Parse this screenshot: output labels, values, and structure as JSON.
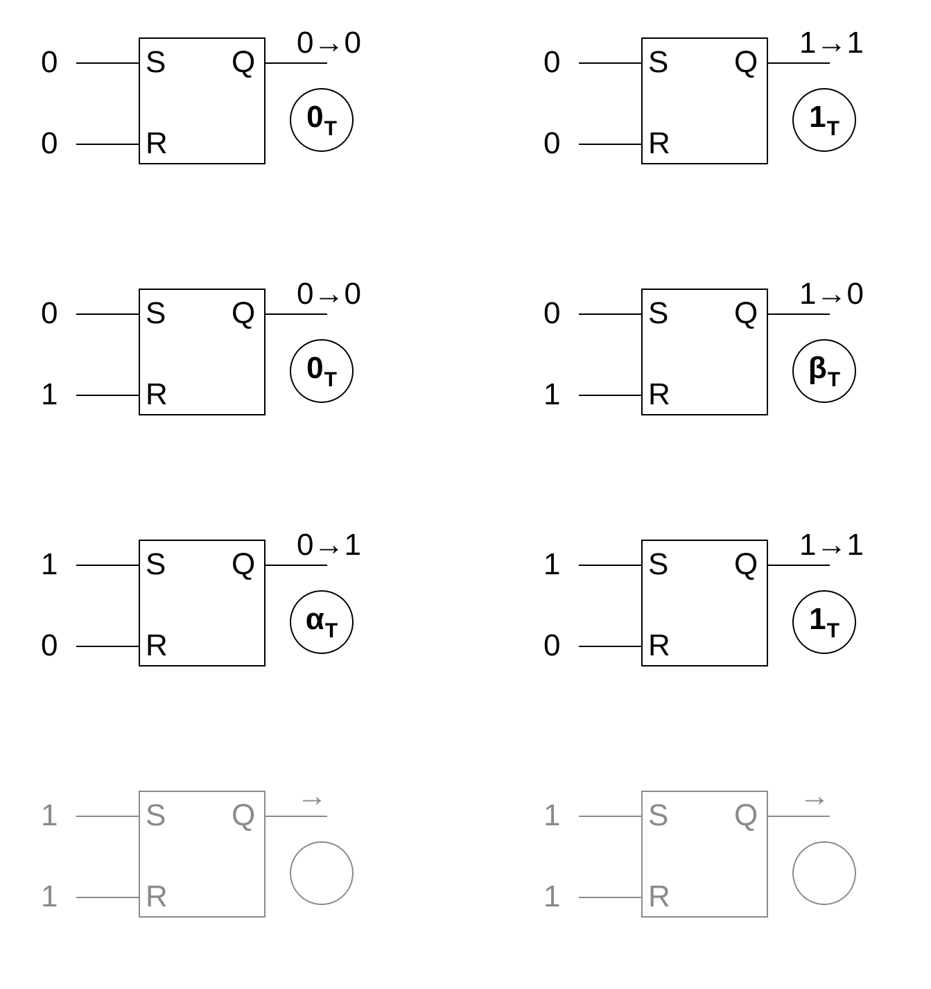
{
  "cells": [
    {
      "s_input": "0",
      "r_input": "0",
      "s_pin": "S",
      "r_pin": "R",
      "q_pin": "Q",
      "transition": "0→0",
      "state": "0",
      "state_sub": "T",
      "faded": false
    },
    {
      "s_input": "0",
      "r_input": "0",
      "s_pin": "S",
      "r_pin": "R",
      "q_pin": "Q",
      "transition": "1→1",
      "state": "1",
      "state_sub": "T",
      "faded": false
    },
    {
      "s_input": "0",
      "r_input": "1",
      "s_pin": "S",
      "r_pin": "R",
      "q_pin": "Q",
      "transition": "0→0",
      "state": "0",
      "state_sub": "T",
      "faded": false
    },
    {
      "s_input": "0",
      "r_input": "1",
      "s_pin": "S",
      "r_pin": "R",
      "q_pin": "Q",
      "transition": "1→0",
      "state": "β",
      "state_sub": "T",
      "faded": false
    },
    {
      "s_input": "1",
      "r_input": "0",
      "s_pin": "S",
      "r_pin": "R",
      "q_pin": "Q",
      "transition": "0→1",
      "state": "α",
      "state_sub": "T",
      "faded": false
    },
    {
      "s_input": "1",
      "r_input": "0",
      "s_pin": "S",
      "r_pin": "R",
      "q_pin": "Q",
      "transition": "1→1",
      "state": "1",
      "state_sub": "T",
      "faded": false
    },
    {
      "s_input": "1",
      "r_input": "1",
      "s_pin": "S",
      "r_pin": "R",
      "q_pin": "Q",
      "transition": "→",
      "state": "",
      "state_sub": "",
      "faded": true
    },
    {
      "s_input": "1",
      "r_input": "1",
      "s_pin": "S",
      "r_pin": "R",
      "q_pin": "Q",
      "transition": "→",
      "state": "",
      "state_sub": "",
      "faded": true
    }
  ],
  "colors": {
    "line": "#000000",
    "faded": "#8a8a8a"
  }
}
